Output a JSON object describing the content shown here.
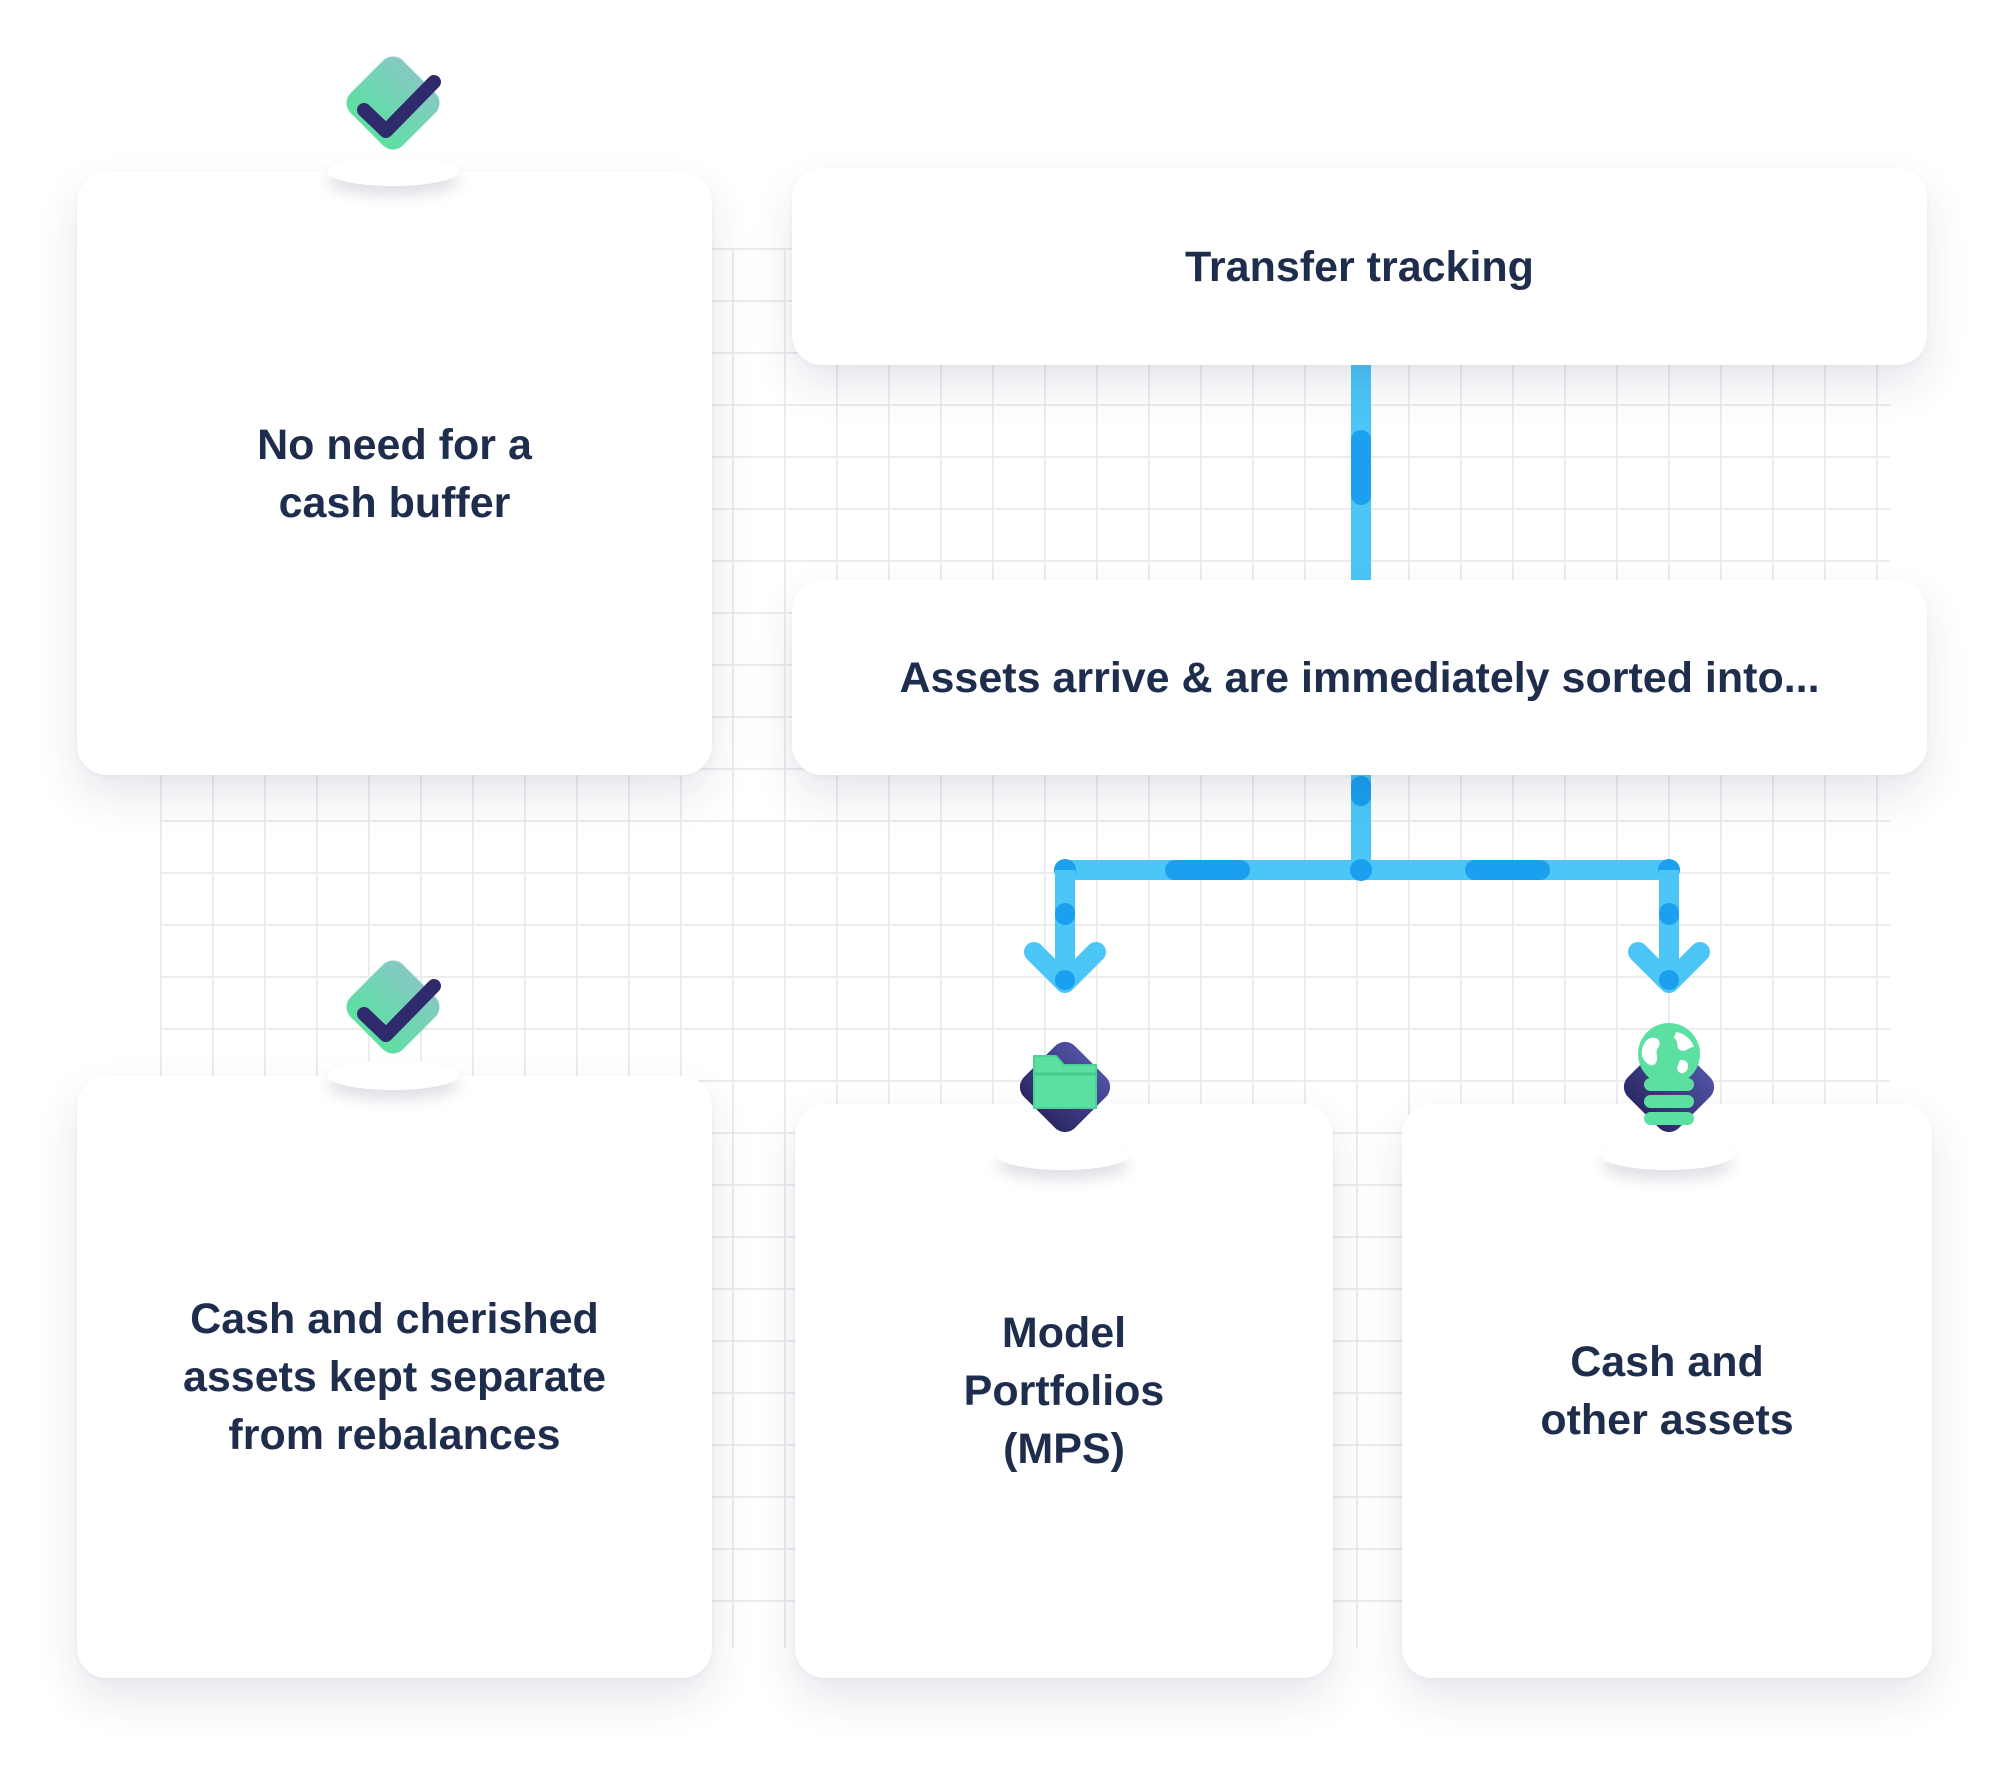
{
  "diagram": {
    "benefits": [
      {
        "text": "No need for a cash buffer",
        "icon": "check-badge-icon"
      },
      {
        "text": "Cash and cherished assets kept separate from rebalances",
        "icon": "check-badge-icon"
      }
    ],
    "flow": {
      "top": "Transfer tracking",
      "middle": "Assets arrive & are immediately sorted into...",
      "branches": [
        {
          "text": "Model Portfolios (MPS)",
          "icon": "folder-icon"
        },
        {
          "text": "Cash and other assets",
          "icon": "globe-coins-icon"
        }
      ]
    }
  },
  "colors": {
    "text": "#1f2d4d",
    "connector": "#4cc6f7",
    "connector_dash": "#1aa0ef",
    "badge_green": "#5ce0a1",
    "badge_teal": "#7fcfbf",
    "icon_navy": "#2f2a6b",
    "icon_purple": "#4a4d9c"
  }
}
